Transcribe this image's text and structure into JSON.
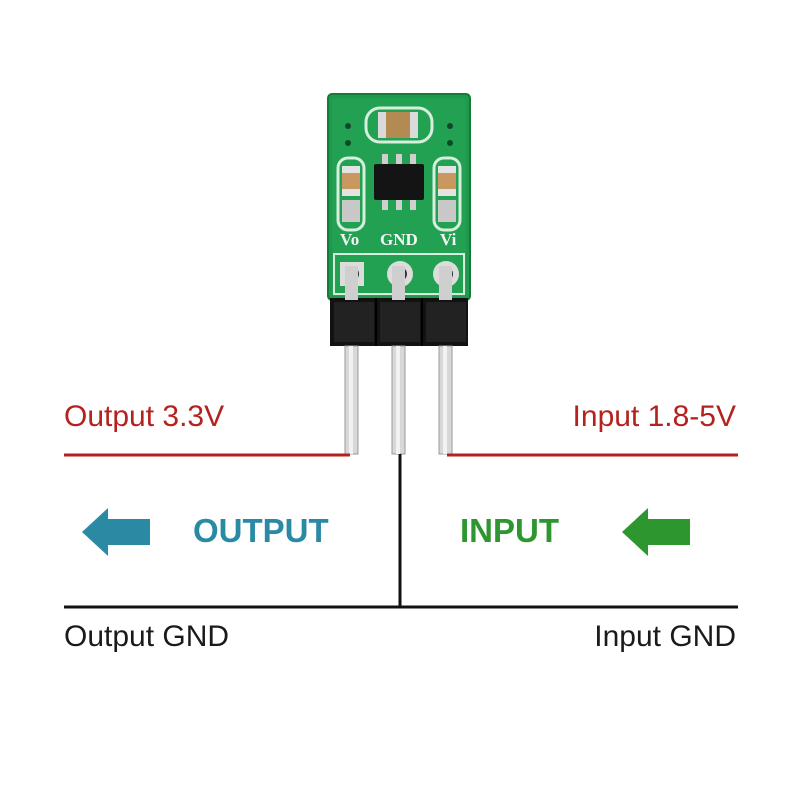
{
  "labels": {
    "output_voltage": "Output 3.3V",
    "input_voltage": "Input 1.8-5V",
    "output_word": "OUTPUT",
    "input_word": "INPUT",
    "output_gnd": "Output GND",
    "input_gnd": "Input GND"
  },
  "board": {
    "silk_vo": "Vo",
    "silk_gnd": "GND",
    "silk_vi": "Vi"
  },
  "colors": {
    "voltage_red": "#b3221f",
    "output_teal": "#2a8aa4",
    "input_green": "#2d962f",
    "text_dark": "#1a1a1a",
    "pcb_green": "#1f9a4c"
  },
  "icons": {
    "output_arrow": "arrow-left-icon",
    "input_arrow": "arrow-left-icon"
  }
}
